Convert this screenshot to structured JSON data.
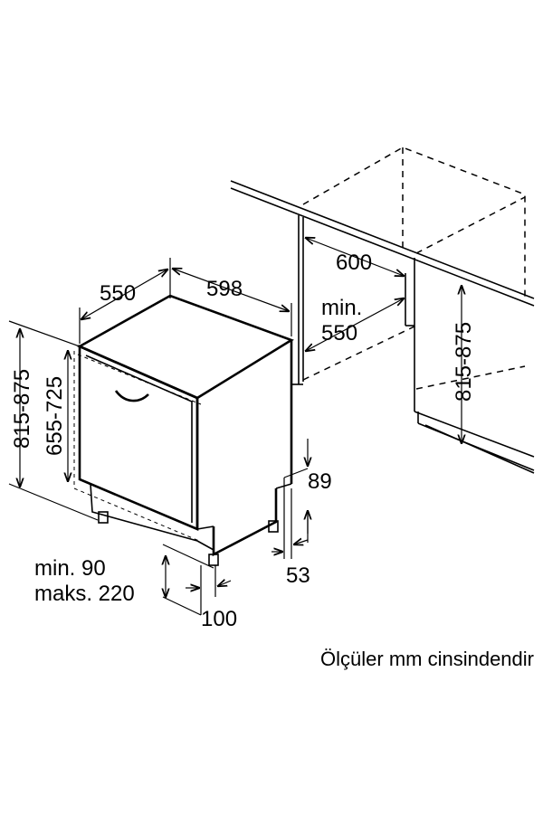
{
  "dimensions": {
    "d550_top": "550",
    "d598": "598",
    "d600": "600",
    "min_label": "min.",
    "min_550": "550",
    "d815_875_left": "815-875",
    "d655_725": "655-725",
    "d815_875_right": "815-875",
    "d89": "89",
    "d53": "53",
    "min_90": "min. 90",
    "maks_220": "maks. 220",
    "d100": "100"
  },
  "note": "Ölçüler mm cinsindendir"
}
